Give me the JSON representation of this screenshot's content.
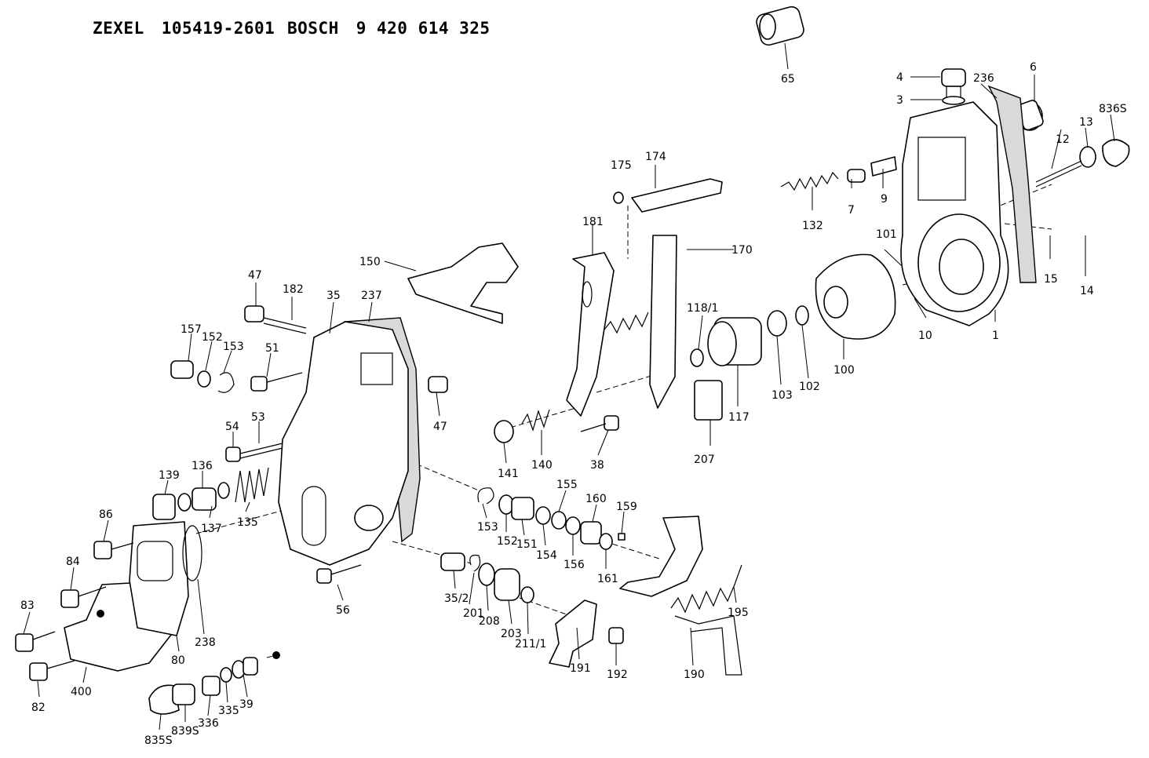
{
  "header": {
    "brand1": "ZEXEL",
    "number1": "105419-2601",
    "brand2": "BOSCH",
    "number2": "9 420 614 325"
  },
  "parts": [
    "65",
    "4",
    "3",
    "236",
    "6",
    "836S",
    "13",
    "12",
    "9",
    "7",
    "132",
    "101",
    "15",
    "14",
    "10",
    "1",
    "100",
    "102",
    "103",
    "117",
    "175",
    "174",
    "181",
    "170",
    "118/1",
    "207",
    "150",
    "47",
    "182",
    "35",
    "237",
    "157",
    "152",
    "153",
    "51",
    "47",
    "54",
    "53",
    "139",
    "136",
    "137",
    "135",
    "141",
    "140",
    "38",
    "86",
    "84",
    "83",
    "82",
    "400",
    "80",
    "238",
    "56",
    "153",
    "152",
    "151",
    "155",
    "154",
    "156",
    "160",
    "159",
    "161",
    "35/2",
    "201",
    "208",
    "203",
    "211/1",
    "191",
    "192",
    "190",
    "195",
    "835S",
    "839S",
    "336",
    "335",
    "39"
  ],
  "colors": {
    "ink": "#000000",
    "gasket_fill": "#d9d9d9",
    "background": "#ffffff"
  }
}
